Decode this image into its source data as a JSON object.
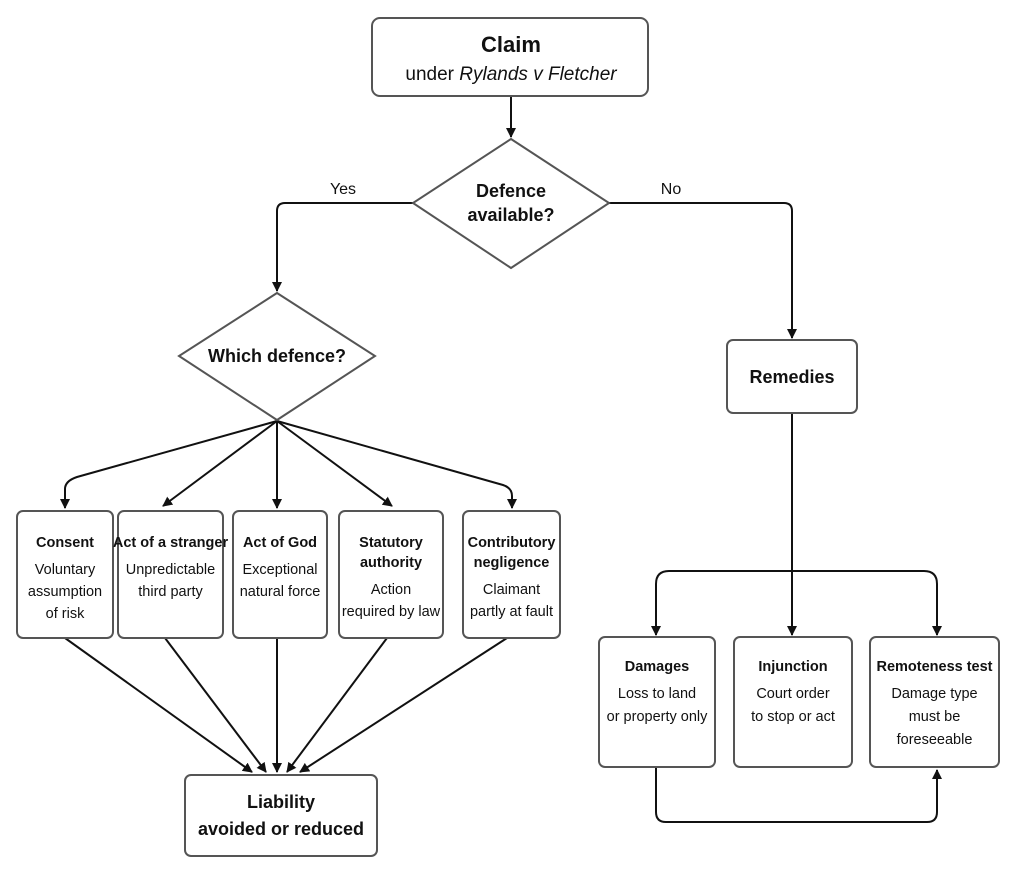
{
  "claim": {
    "title": "Claim",
    "subtitle_prefix": "under ",
    "subtitle_case": "Rylands v Fletcher"
  },
  "defence_decision": {
    "line1": "Defence",
    "line2": "available?",
    "yes_label": "Yes",
    "no_label": "No"
  },
  "which_defence": {
    "label": "Which defence?"
  },
  "defences": [
    {
      "title": [
        "Consent"
      ],
      "desc": [
        "Voluntary",
        "assumption",
        "of risk"
      ]
    },
    {
      "title": [
        "Act of a stranger"
      ],
      "desc": [
        "Unpredictable",
        "third party"
      ]
    },
    {
      "title": [
        "Act of God"
      ],
      "desc": [
        "Exceptional",
        "natural force"
      ]
    },
    {
      "title": [
        "Statutory",
        "authority"
      ],
      "desc": [
        "Action",
        "required by law"
      ]
    },
    {
      "title": [
        "Contributory",
        "negligence"
      ],
      "desc": [
        "Claimant",
        "partly at fault"
      ]
    }
  ],
  "liability": {
    "line1": "Liability",
    "line2": "avoided or reduced"
  },
  "remedies": {
    "label": "Remedies"
  },
  "remedy_items": [
    {
      "title": [
        "Damages"
      ],
      "desc": [
        "Loss to land",
        "or property only"
      ]
    },
    {
      "title": [
        "Injunction"
      ],
      "desc": [
        "Court order",
        "to stop or act"
      ]
    },
    {
      "title": [
        "Remoteness test"
      ],
      "desc": [
        "Damage type",
        "must be",
        "foreseeable"
      ]
    }
  ]
}
